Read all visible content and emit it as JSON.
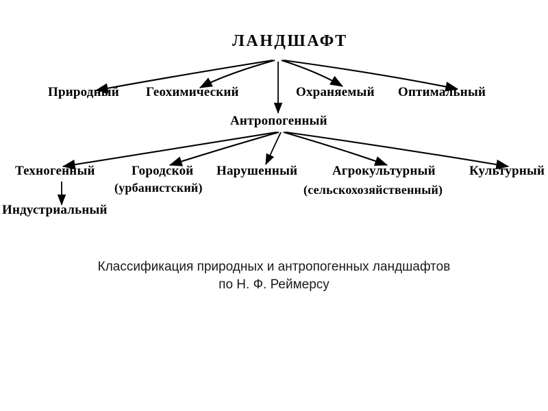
{
  "diagram": {
    "title_node": {
      "label": "ЛАНДШАФТ"
    },
    "level1": [
      {
        "label": "Природный"
      },
      {
        "label": "Геохимический"
      },
      {
        "label": "Охраняемый"
      },
      {
        "label": "Оптимальный"
      }
    ],
    "level2": {
      "label": "Антропогенный"
    },
    "level3": [
      {
        "label": "Техногенный"
      },
      {
        "label": "Городской"
      },
      {
        "label": "Нарушенный"
      },
      {
        "label": "Агрокультурный"
      },
      {
        "label": "Культурный"
      }
    ],
    "sublabels": [
      {
        "label": "(урбанистский)"
      },
      {
        "label": "(сельскохозяйственный)"
      }
    ],
    "level4": [
      {
        "label": "Индустриальный"
      }
    ],
    "colors": {
      "ink": "#000000",
      "background": "#ffffff",
      "caption_text": "#1a1a1a"
    }
  },
  "caption": {
    "line1": "Классификация природных и антропогенных ландшафтов",
    "line2": "по Н. Ф. Реймерсу"
  }
}
